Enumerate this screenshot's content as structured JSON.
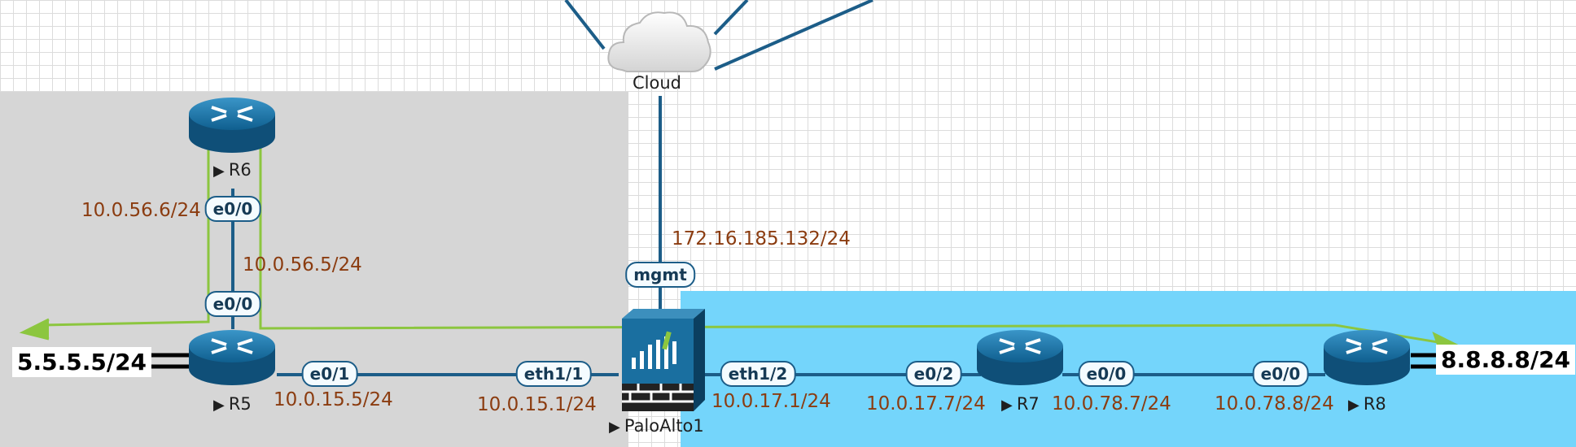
{
  "nodes": {
    "cloud": "Cloud",
    "r6": "R6",
    "r5": "R5",
    "r7": "R7",
    "r8": "R8",
    "paloalto": "PaloAlto1"
  },
  "interfaces": {
    "r6_e00": "e0/0",
    "r5_e00": "e0/0",
    "r5_e01": "e0/1",
    "pa_eth11": "eth1/1",
    "pa_mgmt": "mgmt",
    "pa_eth12": "eth1/2",
    "r7_e02": "e0/2",
    "r7_e00": "e0/0",
    "r8_e00": "e0/0"
  },
  "addresses": {
    "r6_e00": "10.0.56.6/24",
    "r5_e00": "10.0.56.5/24",
    "pa_mgmt": "172.16.185.132/24",
    "r5_e01": "10.0.15.5/24",
    "pa_eth11": "10.0.15.1/24",
    "pa_eth12": "10.0.17.1/24",
    "r7_e02": "10.0.17.7/24",
    "r7_e00": "10.0.78.7/24",
    "r8_e00": "10.0.78.8/24"
  },
  "networks": {
    "left": "5.5.5.5/24",
    "right": "8.8.8.8/24"
  },
  "colors": {
    "link": "#1c5d88",
    "ip_label": "#8b3c10",
    "path_arrow": "#8cc63f",
    "zone_inside": "#d6d6d6",
    "zone_outside": "#74d5fb"
  },
  "icons": [
    "router-icon",
    "firewall-icon",
    "cloud-icon",
    "play-icon"
  ]
}
